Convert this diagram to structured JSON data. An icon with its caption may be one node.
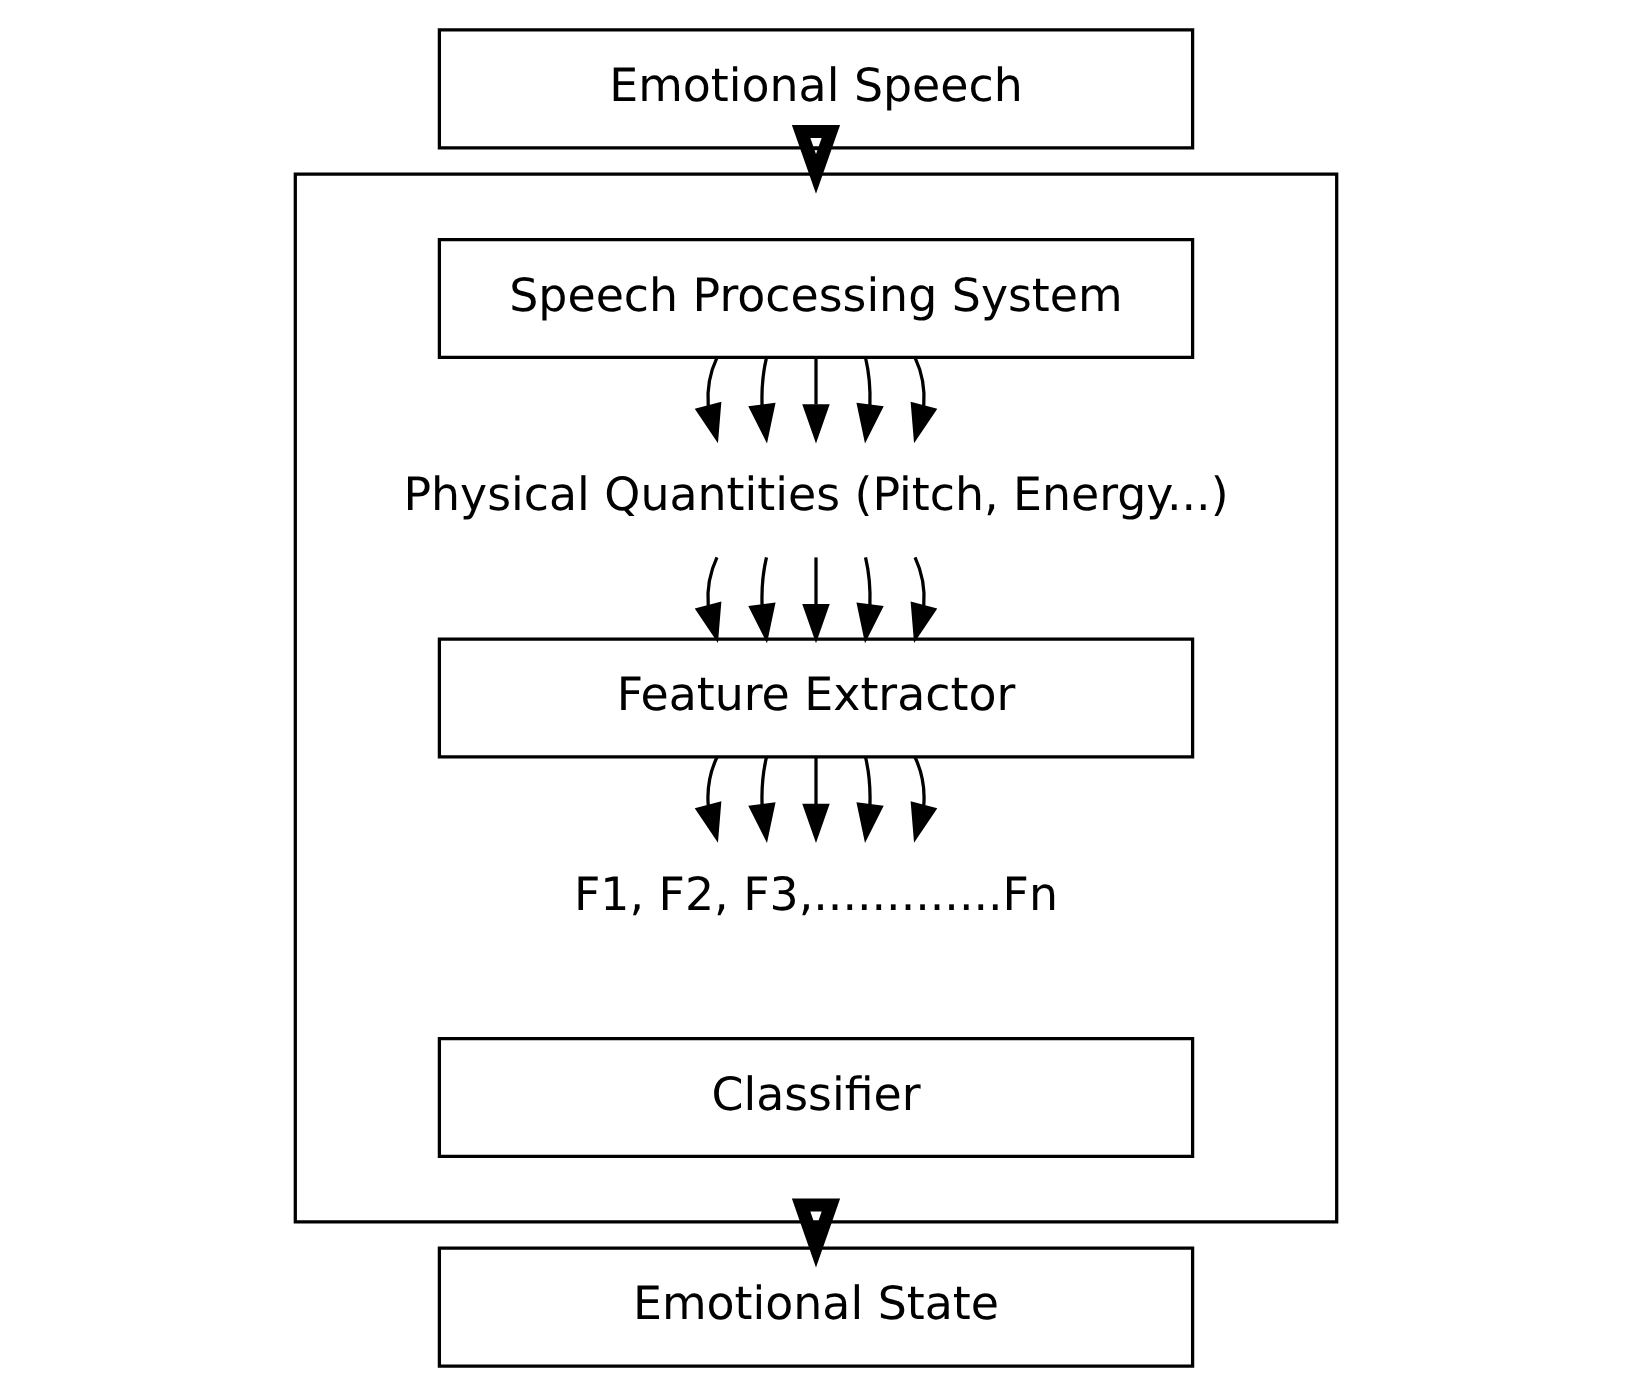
{
  "diagram": {
    "nodes": [
      {
        "text": [
          "Emotional Speech"
        ]
      },
      {
        "text": [],
        "shape": "box"
      },
      {
        "text": [
          "Speech Processing System"
        ],
        "in": 1
      },
      {
        "text": [
          "Physical Quantities (Pitch, Energy...)"
        ],
        "in": 1
      },
      {
        "text": [
          "Feature Extractor"
        ],
        "in": 1
      },
      {
        "text": [
          "F1, F2, F3,.............Fn"
        ],
        "in": 1
      },
      {
        "text": [
          "Classifier"
        ],
        "in": 1
      },
      {
        "text": [
          "Emotional State"
        ]
      }
    ],
    "edges": [
      {
        "from": 0,
        "to": 1,
        "arrow": "to",
        "style": "thick"
      },
      {
        "from": 2,
        "to": 3,
        "arrow": "to"
      },
      {
        "from": 2,
        "to": 3,
        "arrow": "to"
      },
      {
        "from": 2,
        "to": 3,
        "arrow": "to"
      },
      {
        "from": 2,
        "to": 3,
        "arrow": "to"
      },
      {
        "from": 2,
        "to": 3,
        "arrow": "to"
      },
      {
        "from": 3,
        "to": 4,
        "arrow": "to"
      },
      {
        "from": 3,
        "to": 4,
        "arrow": "to"
      },
      {
        "from": 3,
        "to": 4,
        "arrow": "to"
      },
      {
        "from": 3,
        "to": 4,
        "arrow": "to"
      },
      {
        "from": 3,
        "to": 4,
        "arrow": "to"
      },
      {
        "from": 4,
        "to": 5,
        "arrow": "to"
      },
      {
        "from": 4,
        "to": 5,
        "arrow": "to"
      },
      {
        "from": 4,
        "to": 5,
        "arrow": "to"
      },
      {
        "from": 4,
        "to": 5,
        "arrow": "to"
      },
      {
        "from": 4,
        "to": 5,
        "arrow": "to"
      },
      {
        "from": 1,
        "to": 7,
        "arrow": "to",
        "style": "thick"
      }
    ]
  }
}
